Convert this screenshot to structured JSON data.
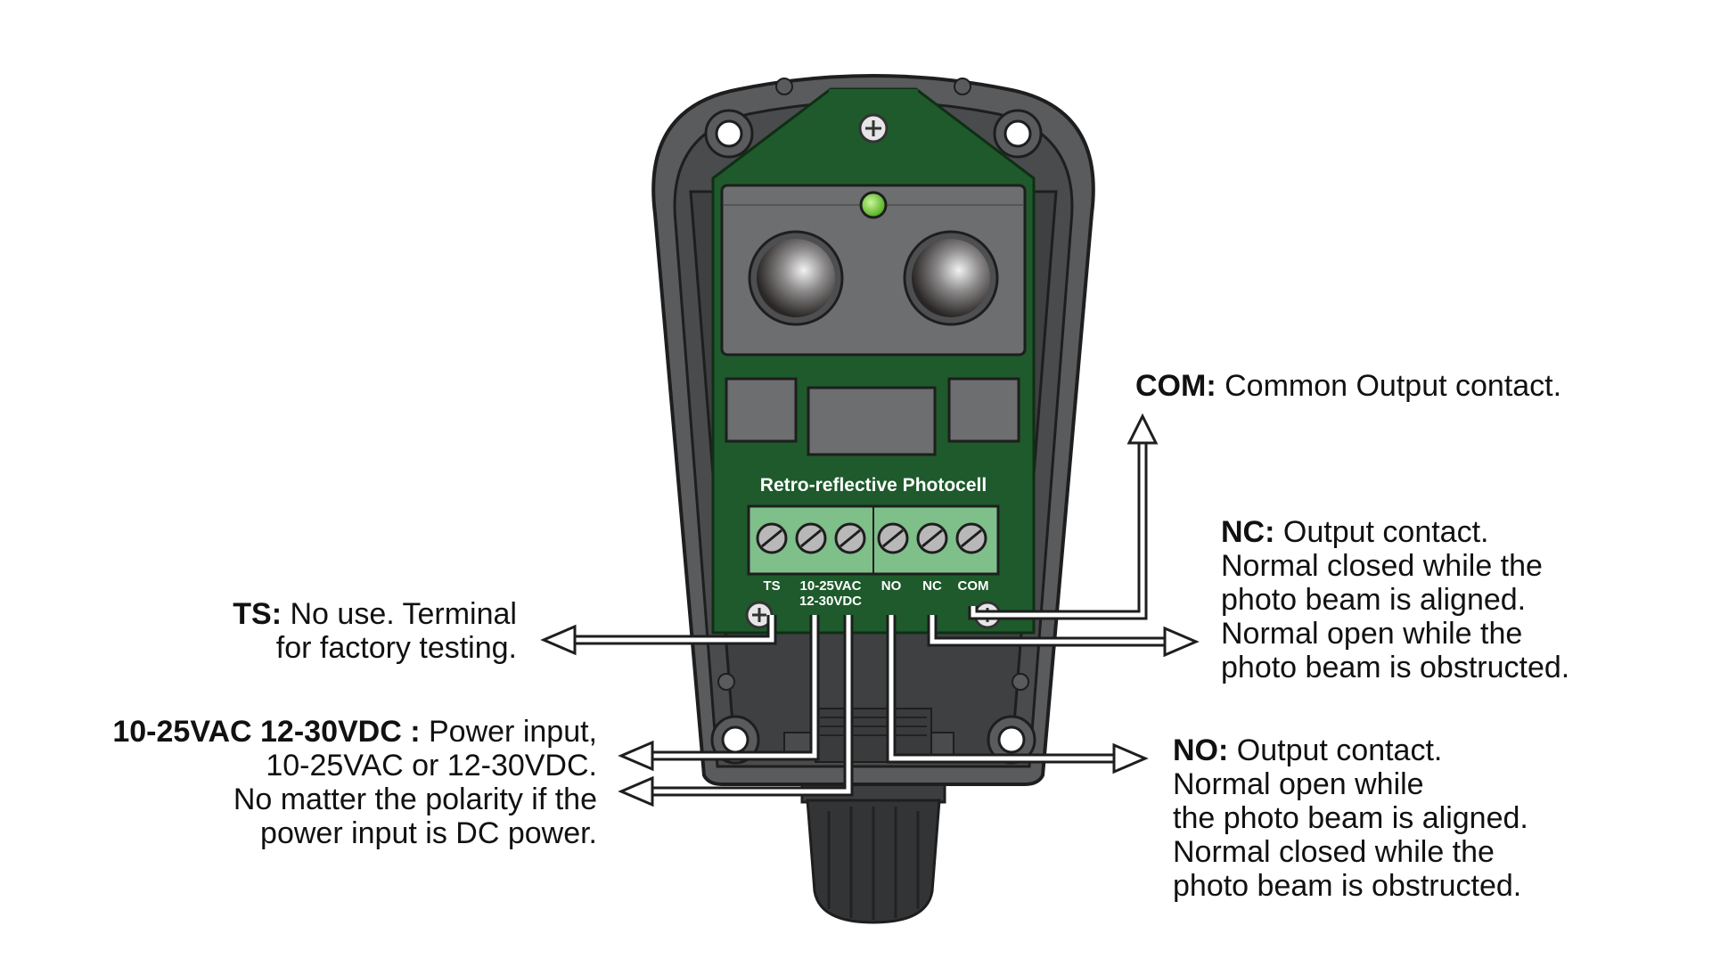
{
  "device": {
    "board_title": "Retro-reflective Photocell",
    "terminals": [
      "TS",
      "10-25VAC",
      "12-30VDC",
      "NO",
      "NC",
      "COM"
    ]
  },
  "callouts": {
    "com": {
      "key": "COM:",
      "lines": [
        "Common Output contact."
      ]
    },
    "nc": {
      "key": "NC:",
      "lines": [
        "Output contact.",
        "Normal closed while the",
        "photo beam is aligned.",
        "Normal open while the",
        "photo beam is obstructed."
      ]
    },
    "ts": {
      "key": "TS:",
      "lines": [
        "No use. Terminal",
        "for factory testing."
      ]
    },
    "power": {
      "key": "10-25VAC 12-30VDC :",
      "lines": [
        "Power input,",
        "10-25VAC or 12-30VDC.",
        "No matter the polarity if the",
        "power input is DC power."
      ]
    },
    "no": {
      "key": "NO:",
      "lines": [
        "Output contact.",
        "Normal open while",
        "the photo beam is aligned.",
        "Normal closed while the",
        "photo beam is obstructed."
      ]
    }
  },
  "colors": {
    "housing": "#5a5b5d",
    "housing_dark": "#3d3e40",
    "pcb": "#1e5a2c",
    "terminal_block": "#7fbf8a",
    "led": "#7ad33a",
    "sensor_plate": "#6d6e70"
  }
}
